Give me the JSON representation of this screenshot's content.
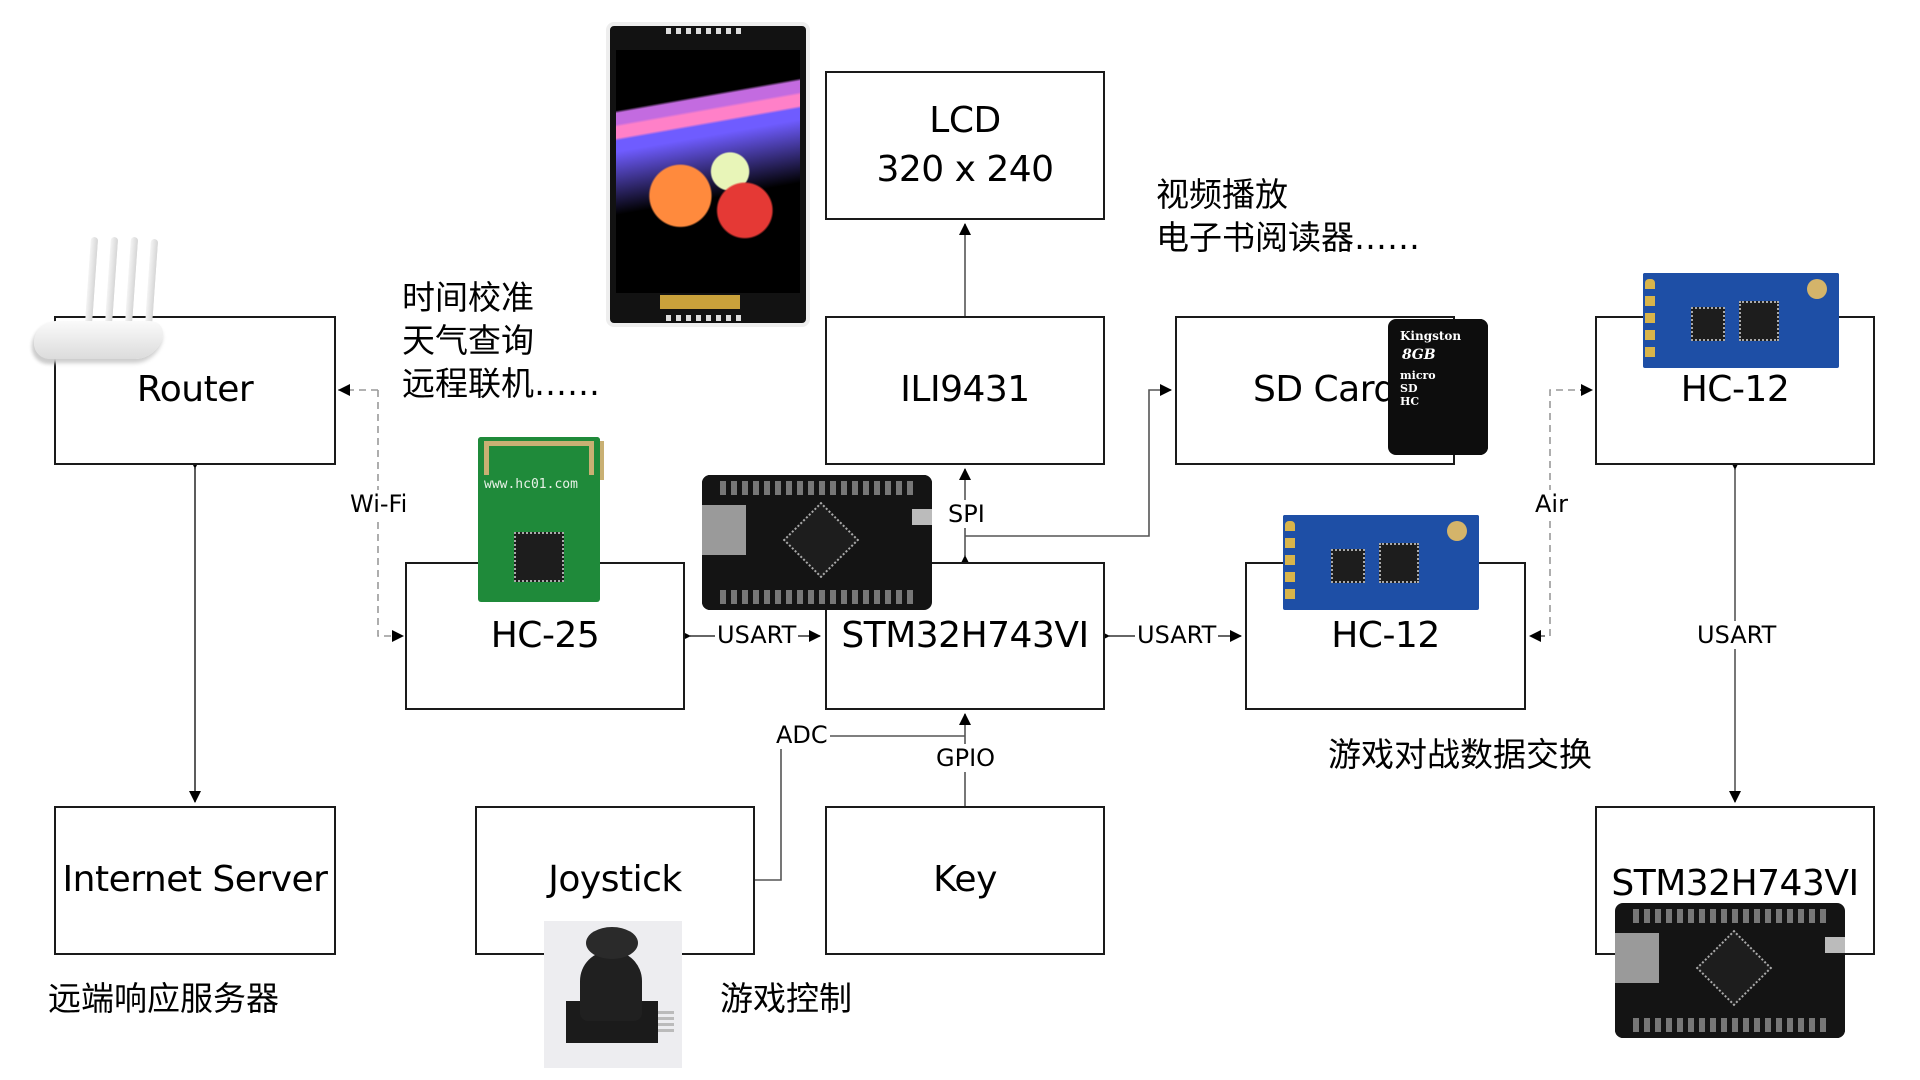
{
  "diagram": {
    "title": "STM32H743VI system block diagram",
    "blocks": {
      "router": "Router",
      "internet_server": "Internet Server",
      "hc25": "HC-25",
      "joystick": "Joystick",
      "key": "Key",
      "stm32_main": "STM32H743VI",
      "ili9431": "ILI9431",
      "lcd_line1": "LCD",
      "lcd_line2": "320 x 240",
      "sd_card": "SD Card",
      "hc12_local": "HC-12",
      "hc12_remote": "HC-12",
      "stm32_remote": "STM32H743VI"
    },
    "links": {
      "wifi": "Wi-Fi",
      "usart_hc25": "USART",
      "usart_hc12": "USART",
      "usart_remote": "USART",
      "spi": "SPI",
      "adc": "ADC",
      "gpio": "GPIO",
      "air": "Air"
    },
    "notes": {
      "network_line1": "时间校准",
      "network_line2": "天气查询",
      "network_line3": "远程联机……",
      "media_line1": "视频播放",
      "media_line2": "电子书阅读器……",
      "server_caption": "远端响应服务器",
      "game_control": "游戏控制",
      "game_exchange": "游戏对战数据交换"
    },
    "images": {
      "hc25_url_text": "www.hc01.com",
      "sd_brand": "Kingston",
      "sd_capacity": "8GB",
      "sd_type": "micro SD HC"
    }
  }
}
